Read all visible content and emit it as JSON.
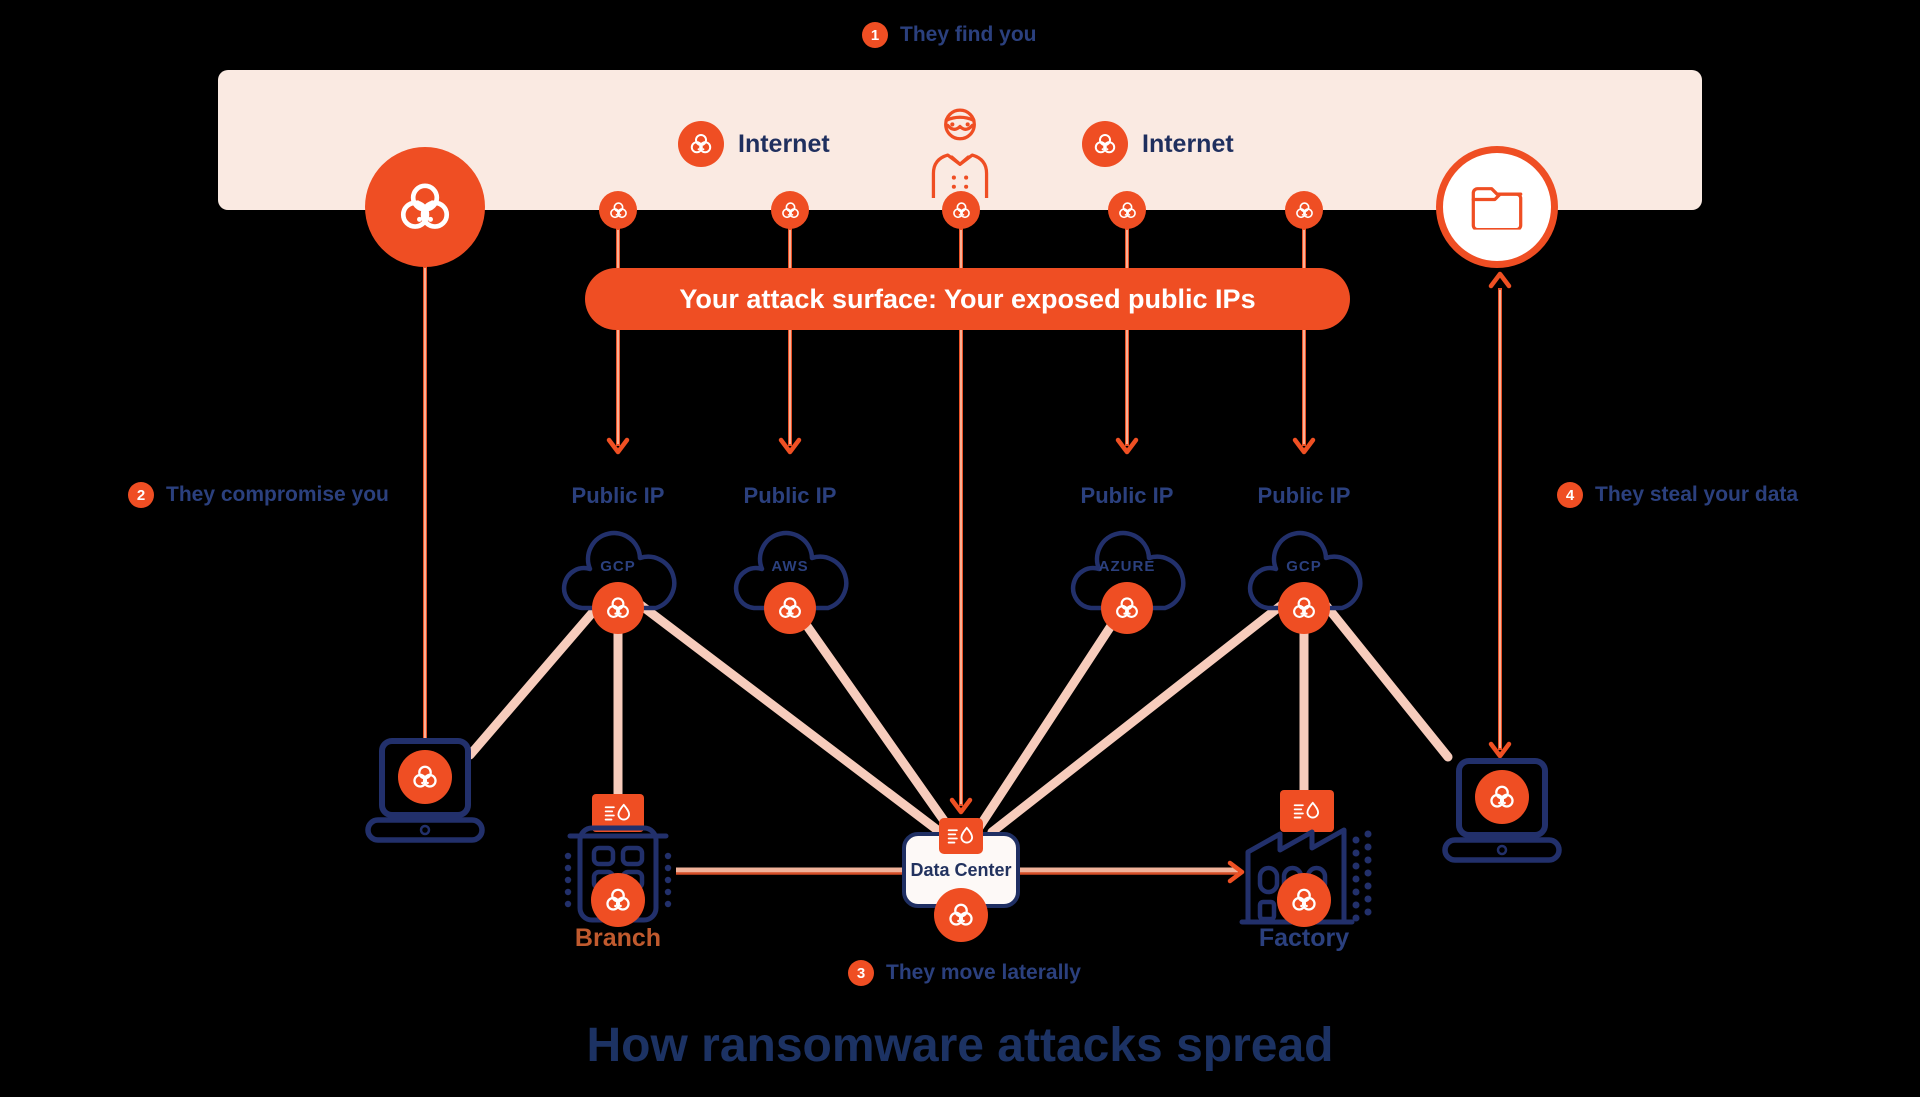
{
  "title": "How ransomware attacks spread",
  "steps": [
    {
      "num": "1",
      "label": "They find you"
    },
    {
      "num": "2",
      "label": "They compromise you"
    },
    {
      "num": "3",
      "label": "They move laterally"
    },
    {
      "num": "4",
      "label": "They steal your data"
    }
  ],
  "banner": {
    "internet_left": "Internet",
    "internet_right": "Internet"
  },
  "attack_surface": {
    "label": "Your attack surface: Your exposed public IPs"
  },
  "public_ip_label": "Public IP",
  "clouds": [
    {
      "provider": "GCP"
    },
    {
      "provider": "AWS"
    },
    {
      "provider": "AZURE"
    },
    {
      "provider": "GCP"
    }
  ],
  "nodes": {
    "data_center": "Data Center",
    "branch": "Branch",
    "factory": "Factory"
  },
  "icons": {
    "biohazard": "biohazard-icon",
    "hacker": "hacker-icon",
    "folder": "folder-icon",
    "cloud": "cloud-icon",
    "laptop": "laptop-icon",
    "branch_building": "branch-building-icon",
    "factory_building": "factory-building-icon",
    "doc_flame_badge": "doc-flame-badge-icon"
  },
  "colors": {
    "orange": "#EF4E23",
    "navy": "#1F2F63",
    "cream_banner": "#FAEAE2",
    "pink_line": "#F7CCBC",
    "lateral_red": "#D44E27",
    "background": "#000000"
  }
}
